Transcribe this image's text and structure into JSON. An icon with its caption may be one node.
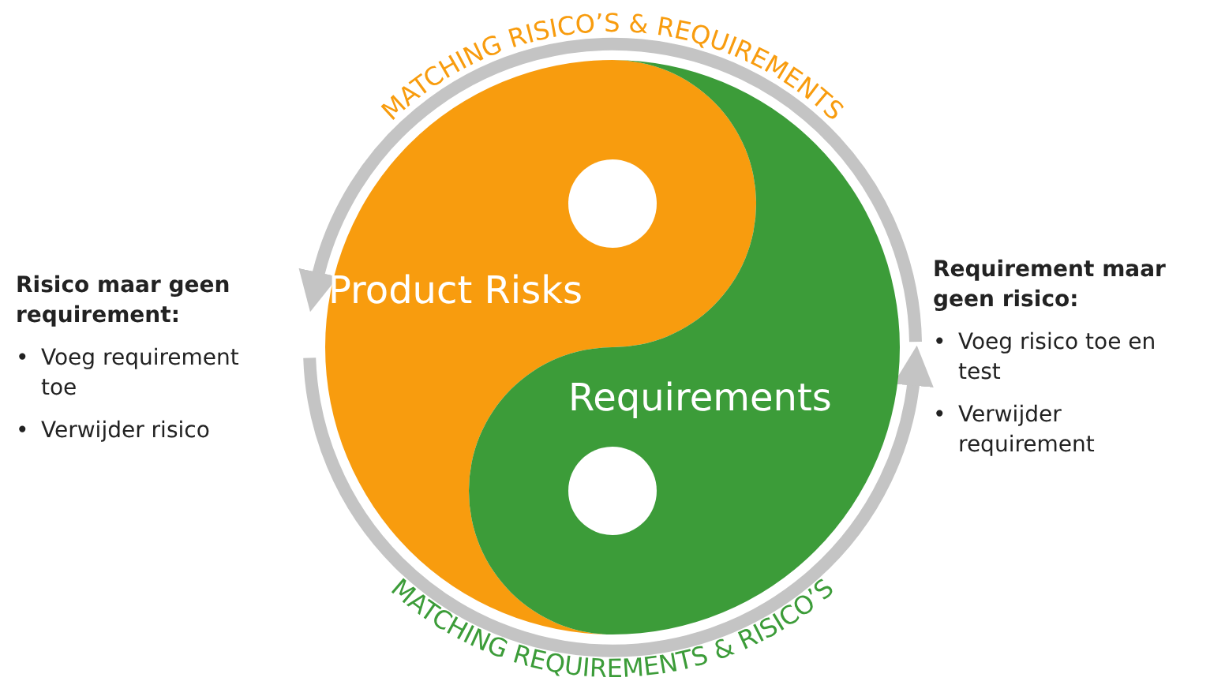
{
  "diagram": {
    "nodes": [
      {
        "text": [
          "Product Risks"
        ]
      },
      {
        "text": [],
        "shape": "circle",
        "in": 0
      },
      {
        "text": [
          "Requirements"
        ]
      },
      {
        "text": [],
        "shape": "circle",
        "in": 2
      }
    ],
    "labels": [
      "MATCHING RISICO’S & REQUIREMENTS",
      "Risico maar geen requirement:",
      "•",
      "Voeg requirement toe",
      "•",
      "Verwijder risico",
      "Requirement maar geen risico:",
      "•",
      "Voeg risico toe en test",
      "•",
      "Verwijder requirement",
      "MATCHING REQUIREMENTS & RISICO’S"
    ]
  }
}
